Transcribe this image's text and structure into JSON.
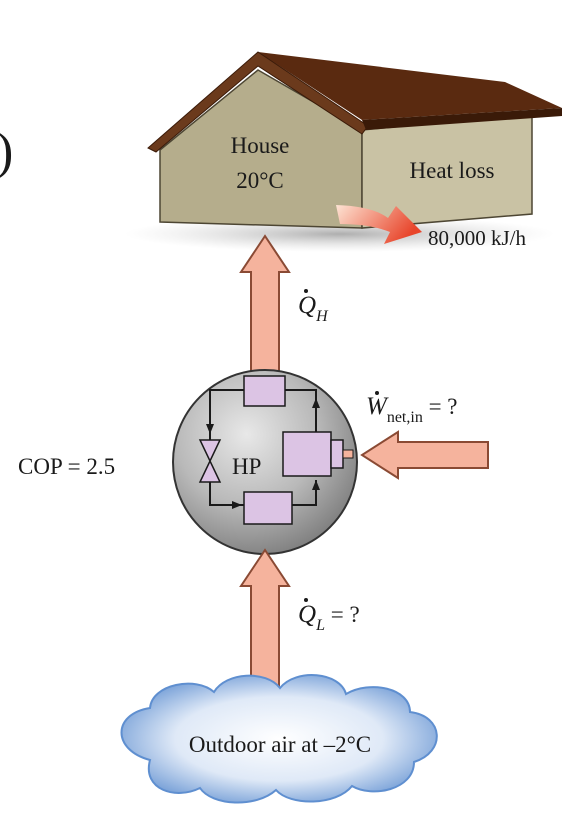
{
  "edge_fragment": ")",
  "house": {
    "label": "House",
    "temperature": "20°C",
    "heat_loss_label": "Heat loss",
    "heat_loss_rate": "80,000 kJ/h"
  },
  "heat_pump": {
    "label": "HP",
    "cop": "COP = 2.5"
  },
  "flows": {
    "qh": {
      "symbol": "Q",
      "sub": "H",
      "suffix": ""
    },
    "ql": {
      "symbol": "Q",
      "sub": "L",
      "suffix": " = ?"
    },
    "w": {
      "symbol": "W",
      "sub": "net,in",
      "suffix": " = ?"
    }
  },
  "outdoor": {
    "label": "Outdoor air at –2°C"
  },
  "colors": {
    "arrow_fill": "#f5b39d",
    "arrow_stroke": "#8a4a34",
    "roof": "#5a2a10",
    "wall_front": "#b5ad8c",
    "wall_side": "#c9c2a4",
    "component": "#dcc4e4",
    "cloud": "#5f8fd0"
  }
}
